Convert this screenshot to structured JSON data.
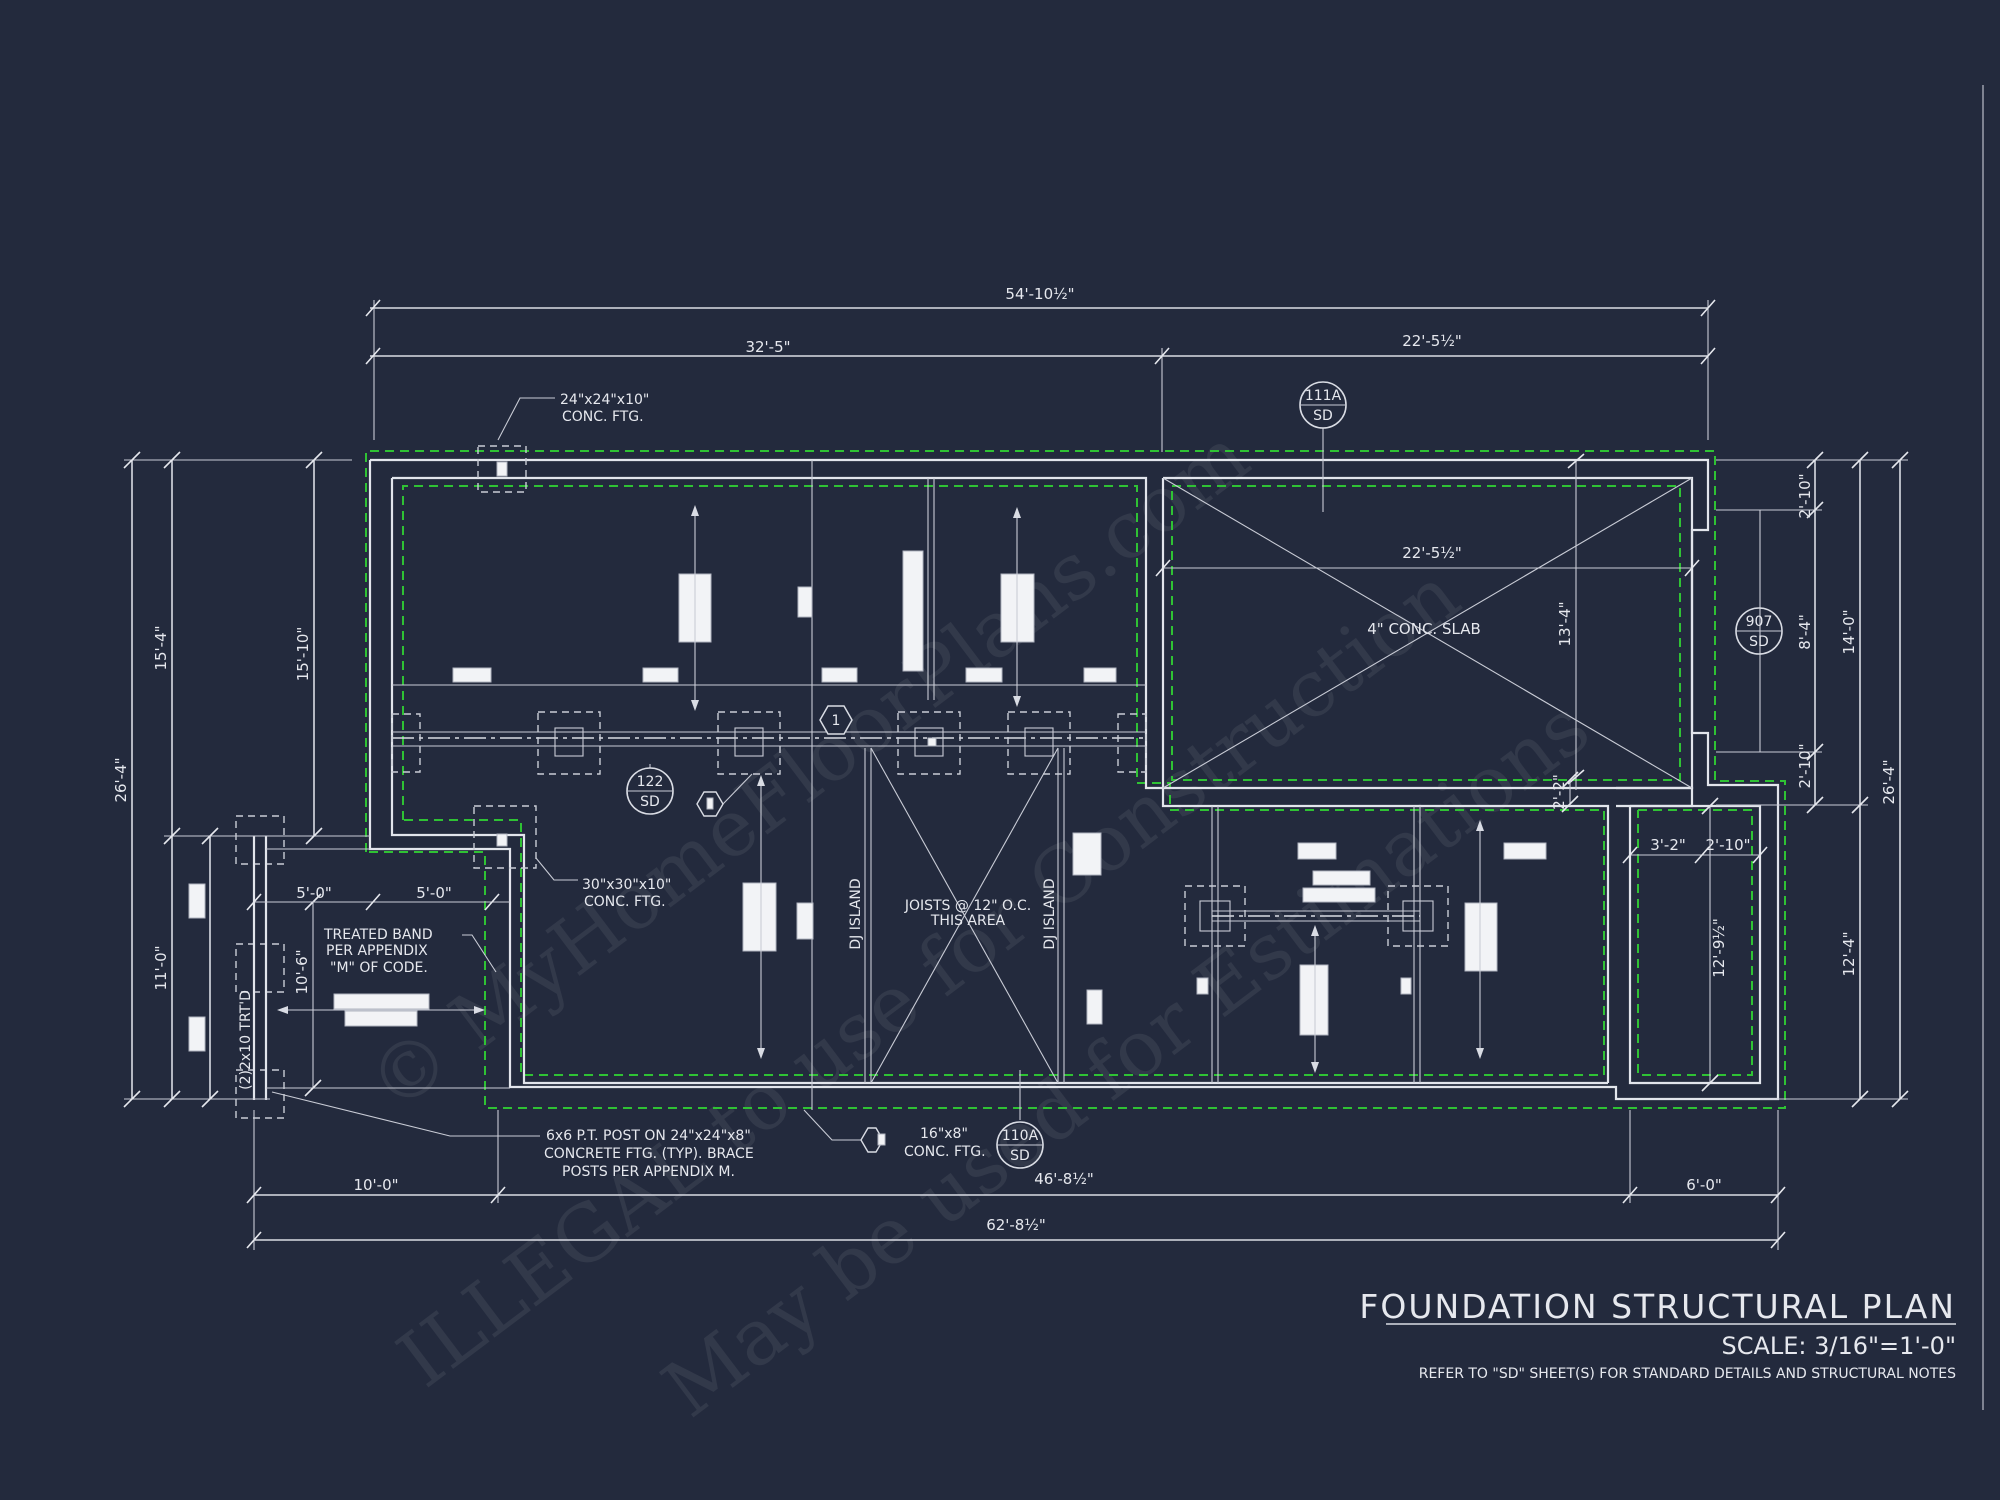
{
  "title": {
    "main": "FOUNDATION STRUCTURAL PLAN",
    "scale": "SCALE: 3/16\"=1'-0\"",
    "refer_note": "REFER TO \"SD\" SHEET(S) FOR STANDARD DETAILS AND STRUCTURAL NOTES"
  },
  "dimensions": {
    "top_overall": "54'-10½\"",
    "top_left": "32'-5\"",
    "top_right": "22'-5½\"",
    "slab_width": "22'-5½\"",
    "slab_depth": "13'-4\"",
    "left_15_4": "15'-4\"",
    "left_15_10": "15'-10\"",
    "left_26_4": "26'-4\"",
    "left_11_0": "11'-0\"",
    "left_10_6": "10'-6\"",
    "right_2_10_top": "2'-10\"",
    "right_8_4": "8'-4\"",
    "right_2_10_bot": "2'-10\"",
    "right_14_0": "14'-0\"",
    "right_26_4": "26'-4\"",
    "right_12_4": "12'-4\"",
    "room_12_9": "12'-9½\"",
    "room_3_2": "3'-2\"",
    "room_2_10": "2'-10\"",
    "small_2_2": "2'-2\"",
    "porch_5_0_a": "5'-0\"",
    "porch_5_0_b": "5'-0\"",
    "bottom_10_0": "10'-0\"",
    "bottom_46_8": "46'-8½\"",
    "bottom_6_0": "6'-0\"",
    "bottom_overall": "62'-8½\""
  },
  "notes": {
    "ftg_24_l1": "24\"x24\"x10\"",
    "ftg_24_l2": "CONC. FTG.",
    "ftg_30_l1": "30\"x30\"x10\"",
    "ftg_30_l2": "CONC. FTG.",
    "band_l1": "TREATED BAND",
    "band_l2": "PER APPENDIX",
    "band_l3": "\"M\" OF CODE.",
    "post_l1": "6x6 P.T. POST ON 24\"x24\"x8\"",
    "post_l2": "CONCRETE FTG. (TYP). BRACE",
    "post_l3": "POSTS PER APPENDIX M.",
    "ftg_16_l1": "16\"x8\"",
    "ftg_16_l2": "CONC. FTG.",
    "slab": "4\" CONC. SLAB",
    "joists_l1": "JOISTS @ 12\" O.C.",
    "joists_l2": "THIS AREA",
    "dj_island_a": "DJ ISLAND",
    "dj_island_b": "DJ ISLAND",
    "porch_band": "(2)2x10 TRT'D"
  },
  "callouts": {
    "c111a_num": "111A",
    "c111a_sheet": "SD",
    "c907_num": "907",
    "c907_sheet": "SD",
    "c122_num": "122",
    "c122_sheet": "SD",
    "c110a_num": "110A",
    "c110a_sheet": "SD",
    "hex_1": "1"
  },
  "watermark": {
    "line1": "© MyHomeFloorPlans.com",
    "line2": "ILLEGAL to use for Construction",
    "line3": "May be used for Estimations"
  }
}
